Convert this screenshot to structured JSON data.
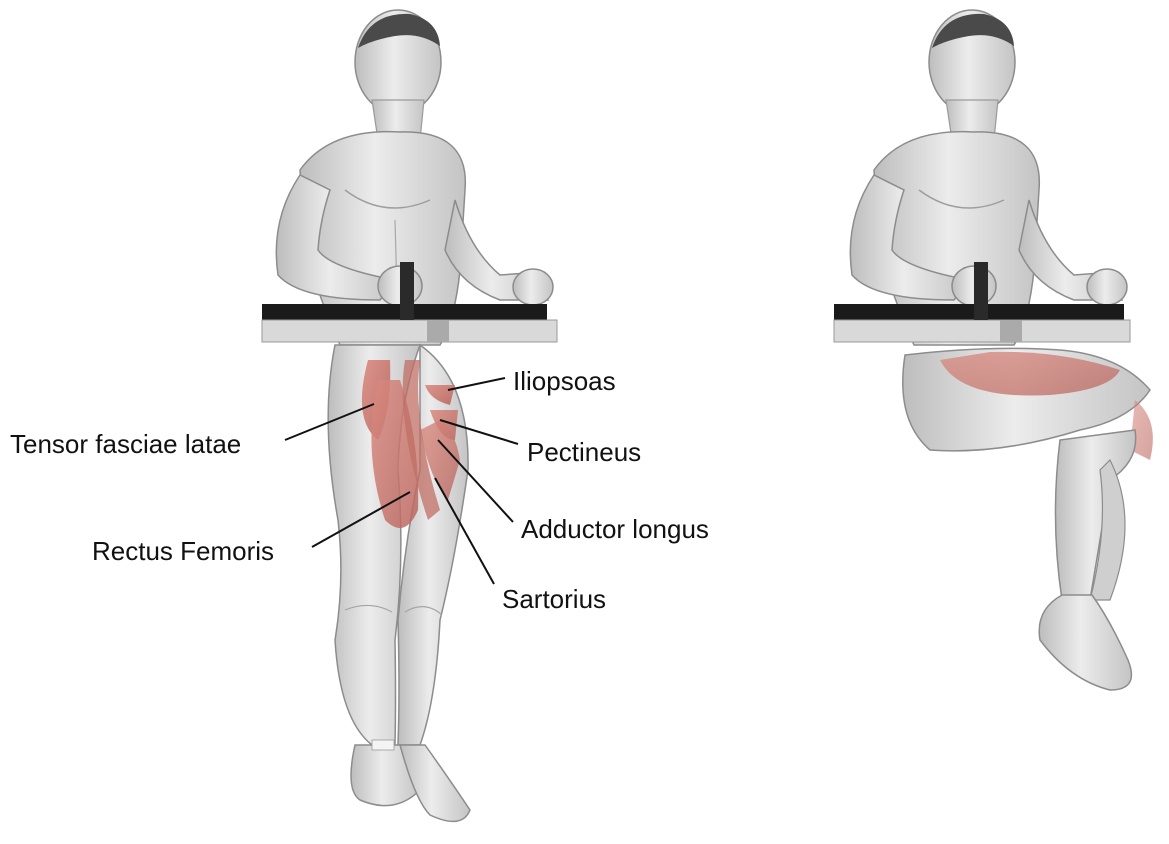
{
  "labels": {
    "tensor_fasciae_latae": "Tensor fasciae latae",
    "rectus_femoris": "Rectus Femoris",
    "iliopsoas": "Iliopsoas",
    "pectineus": "Pectineus",
    "adductor_longus": "Adductor longus",
    "sartorius": "Sartorius"
  },
  "colors": {
    "skin": "#dedede",
    "skin_shade": "#b9b9b9",
    "muscle_highlight": "#cf7f76",
    "bar_dark": "#1a1a1a",
    "bar_light": "#d9d9d9"
  },
  "figures": [
    "start-position",
    "end-position"
  ]
}
